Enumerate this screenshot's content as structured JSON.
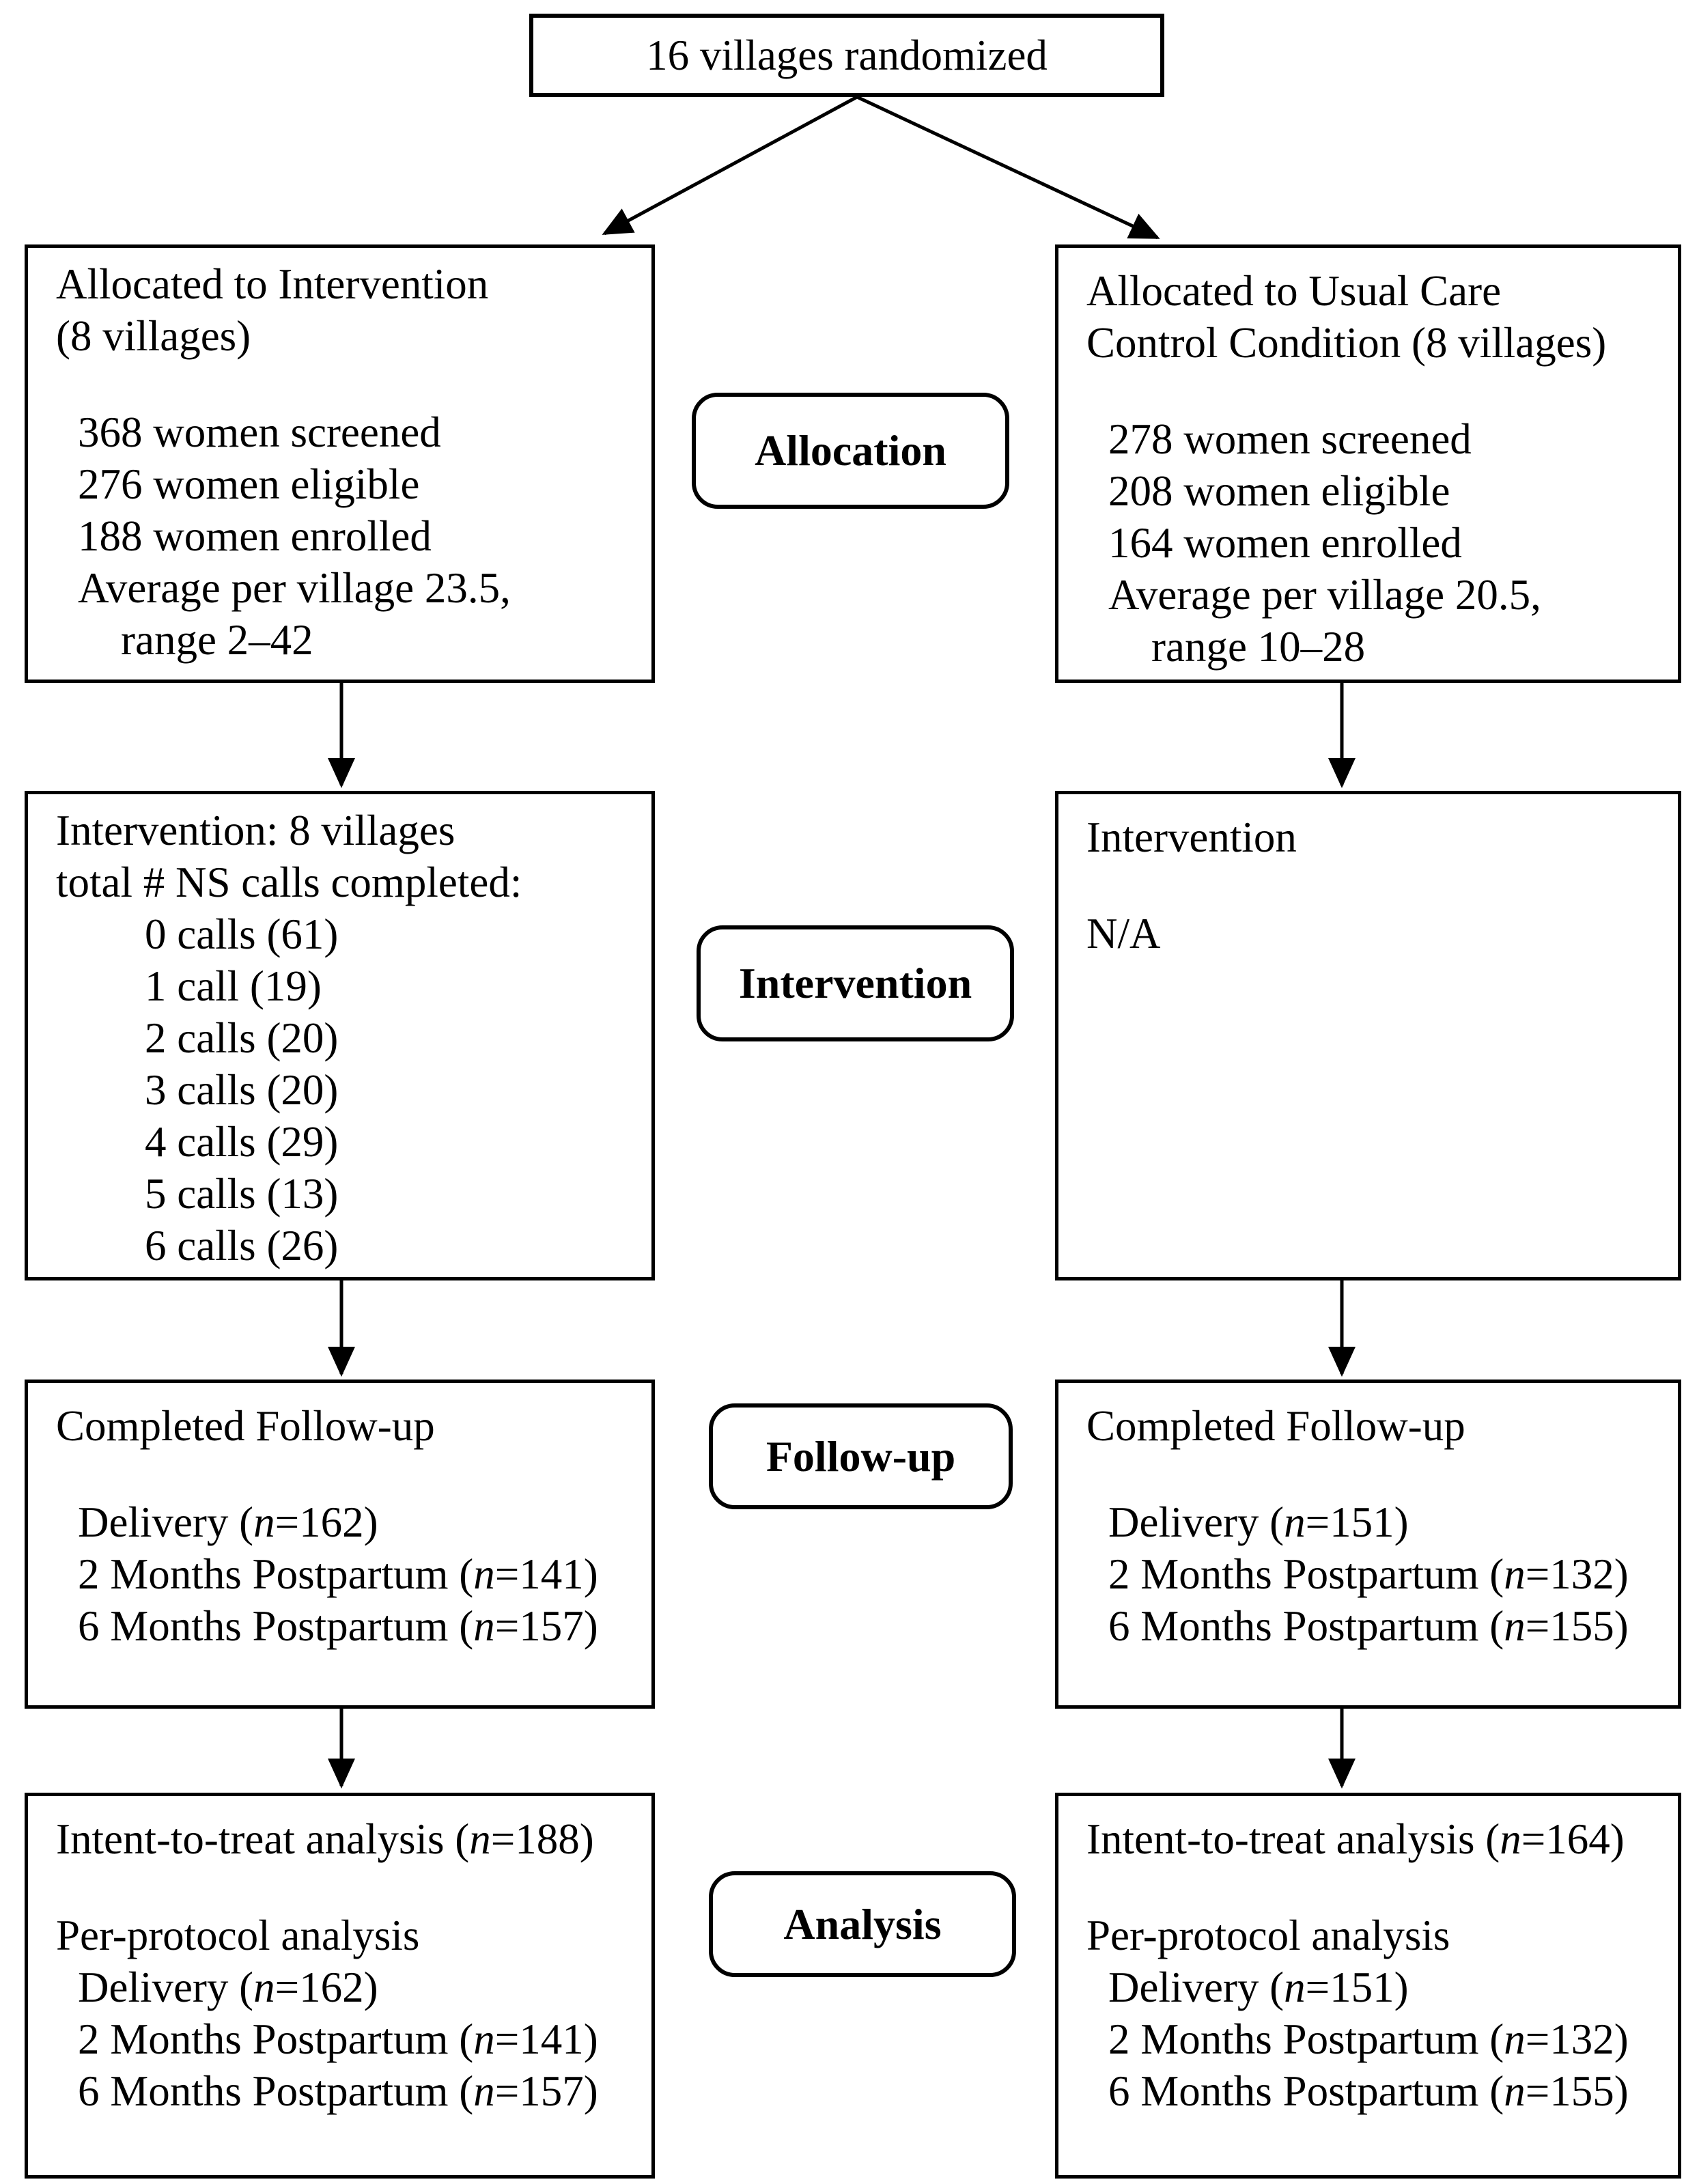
{
  "top_box": {
    "text": "16 villages randomized"
  },
  "stage_labels": {
    "allocation": "Allocation",
    "intervention": "Intervention",
    "followup": "Follow-up",
    "analysis": "Analysis"
  },
  "boxes": {
    "alloc_left": {
      "lines": [
        "Allocated to Intervention",
        "(8 villages)",
        "",
        "368 women screened",
        "276 women eligible",
        "188 women enrolled",
        "Average per village 23.5,",
        "range 2–42"
      ]
    },
    "alloc_right": {
      "lines": [
        "Allocated to Usual Care",
        "Control Condition (8 villages)",
        "",
        "278 women screened",
        "208 women eligible",
        "164 women enrolled",
        "Average per village 20.5,",
        "range 10–28"
      ]
    },
    "interv_left": {
      "lines": [
        "Intervention: 8 villages",
        "total # NS calls completed:",
        "0 calls (61)",
        "1 call (19)",
        "2 calls (20)",
        "3 calls (20)",
        "4 calls (29)",
        "5 calls (13)",
        "6 calls (26)"
      ]
    },
    "interv_right": {
      "lines": [
        "Intervention",
        "",
        "N/A"
      ]
    },
    "follow_left": {
      "lines": [
        "Completed Follow-up",
        "",
        "Delivery (n=162)",
        "2 Months Postpartum (n=141)",
        "6 Months Postpartum (n=157)"
      ]
    },
    "follow_right": {
      "lines": [
        "Completed Follow-up",
        "",
        "Delivery (n=151)",
        "2 Months Postpartum (n=132)",
        "6 Months Postpartum (n=155)"
      ]
    },
    "analysis_left": {
      "lines": [
        "Intent-to-treat analysis (n=188)",
        "",
        "Per-protocol analysis",
        "Delivery (n=162)",
        "2 Months Postpartum (n=141)",
        "6 Months Postpartum (n=157)"
      ]
    },
    "analysis_right": {
      "lines": [
        "Intent-to-treat analysis (n=164)",
        "",
        "Per-protocol analysis",
        "Delivery (n=151)",
        "2 Months Postpartum (n=132)",
        "6 Months Postpartum (n=155)"
      ]
    }
  },
  "colors": {
    "ink": "#000000",
    "paper": "#ffffff"
  }
}
